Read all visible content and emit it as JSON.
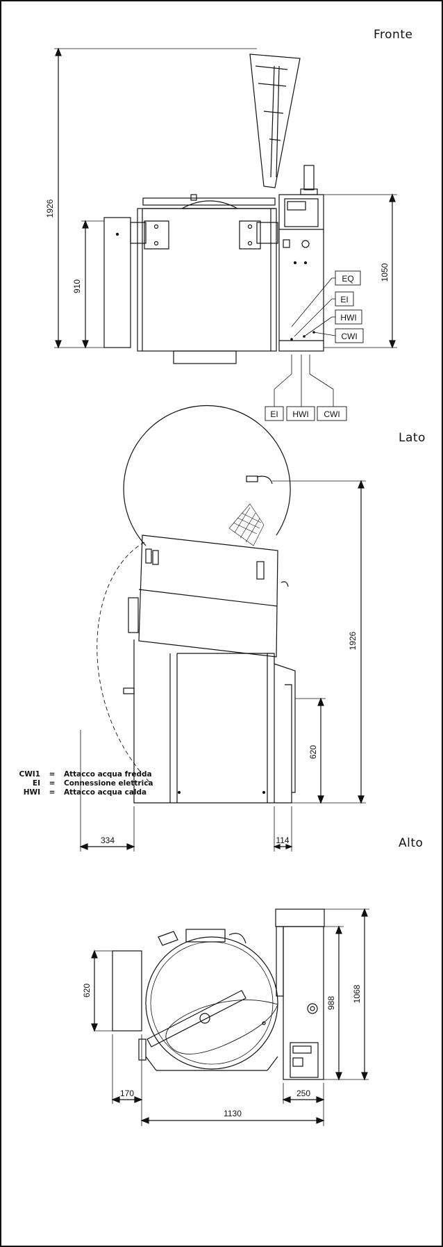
{
  "views": {
    "front": {
      "title": "Fronte",
      "dims": {
        "overall_height": "1926",
        "tank_height": "910",
        "body_height": "1050"
      },
      "right_tags": [
        "EQ",
        "EI",
        "HWI",
        "CWI"
      ],
      "bottom_tags": [
        "EI",
        "HWI",
        "CWI"
      ]
    },
    "side": {
      "title": "Lato",
      "dims": {
        "overall_height": "1926",
        "inlet_height": "620",
        "rear_offset": "334",
        "front_offset": "114"
      }
    },
    "top": {
      "title": "Alto",
      "dims": {
        "depth_620": "620",
        "depth_988": "988",
        "depth_1068": "1068",
        "left_170": "170",
        "right_250": "250",
        "width_1130": "1130"
      }
    }
  },
  "legend": [
    {
      "code": "CWI1",
      "sep": "=",
      "text": "Attacco acqua fredda"
    },
    {
      "code": "EI",
      "sep": "=",
      "text": "Connessione elettrica"
    },
    {
      "code": "HWI",
      "sep": "=",
      "text": "Attacco acqua calda"
    }
  ]
}
